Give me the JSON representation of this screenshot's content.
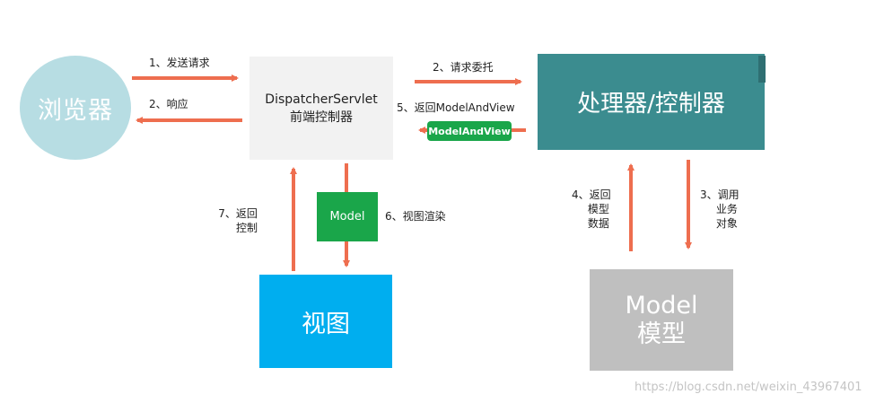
{
  "nodes": {
    "browser": "浏览器",
    "dispatcher_line1": "DispatcherServlet",
    "dispatcher_line2": "前端控制器",
    "handler": "处理器/控制器",
    "view": "视图",
    "model_line1": "Model",
    "model_line2": "模型",
    "model_chip": "Model",
    "mav_chip": "ModelAndView"
  },
  "steps": {
    "s1": "1、发送请求",
    "s2_response": "2、响应",
    "s2_delegate": "2、请求委托",
    "s3_line1": "3、调用",
    "s3_line2": "业务",
    "s3_line3": "对象",
    "s4_line1": "4、返回",
    "s4_line2": "模型",
    "s4_line3": "数据",
    "s5": "5、返回ModelAndView",
    "s6": "6、视图渲染",
    "s7_line1": "7、返回",
    "s7_line2": "控制"
  },
  "watermark": "https://blog.csdn.net/weixin_43967401",
  "colors": {
    "arrow": "#ee6e4f",
    "browser": "#b7dde3",
    "dispatcher": "#f2f2f2",
    "handler": "#3b8c8f",
    "view": "#00aeef",
    "model": "#bfbfbf",
    "chip": "#1aa64a"
  }
}
